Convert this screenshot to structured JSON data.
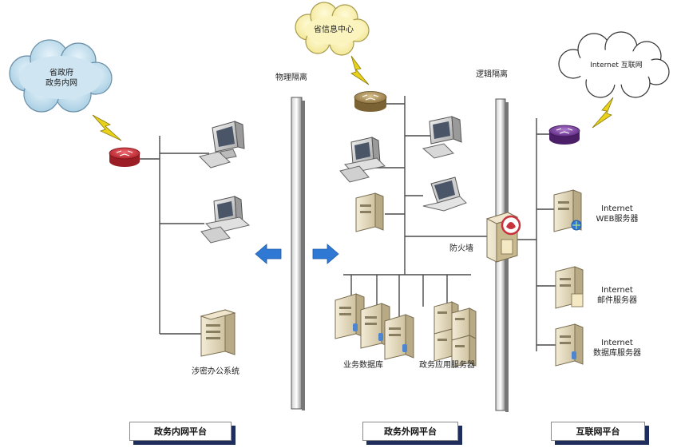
{
  "clouds": {
    "gov_intranet": [
      "省政府",
      "政务内网"
    ],
    "info_center": "省信息中心",
    "internet": "Internet 互联网"
  },
  "isolation": {
    "physical": "物理隔离",
    "logical": "逻辑隔离"
  },
  "firewall_label": "防火墙",
  "intranet": {
    "office_system": "涉密办公系统"
  },
  "extranet": {
    "business_db": "业务数据库",
    "app_server": "政务应用服务器"
  },
  "internet_servers": {
    "web": [
      "Internet",
      "WEB服务器"
    ],
    "mail": [
      "Internet",
      "邮件服务器"
    ],
    "database": [
      "Internet",
      "数据库服务器"
    ]
  },
  "platforms": {
    "intranet": "政务内网平台",
    "extranet": "政务外网平台",
    "internet": "互联网平台"
  },
  "colors": {
    "router_intranet": "#c8323c",
    "router_extranet": "#a58a4e",
    "router_internet": "#7a3c9a",
    "arrow": "#2f79d4",
    "lightning": "#e8d21a",
    "cloud_intranet": "#a9cfe4",
    "cloud_info": "#f6eea1",
    "platform_shadow": "#1f2d5c"
  }
}
